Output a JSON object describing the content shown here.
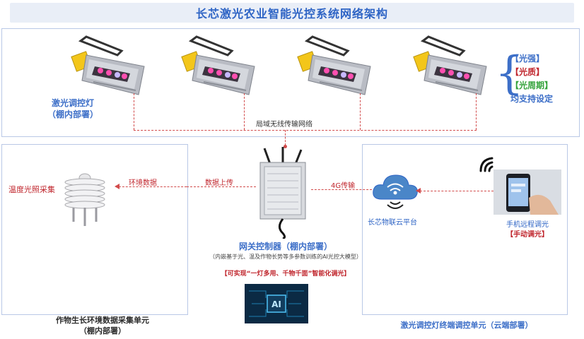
{
  "title": "长芯激光农业智能光控系统网络架构",
  "lamp_section": {
    "lamp_label_line1": "激光调控灯",
    "lamp_label_line2": "（棚内部署）",
    "features": {
      "intensity": "【光强】",
      "quality": "【光质】",
      "period": "【光周期】",
      "note": "均支持设定"
    },
    "network_label": "局域无线传输网络"
  },
  "sensor_section": {
    "sensor_label": "温度光照采集",
    "env_data_label": "环境数据",
    "unit_line1": "作物生长环境数据采集单元",
    "unit_line2": "（棚内部署）"
  },
  "gateway": {
    "upload_label": "数据上传",
    "uplink_label": "4G传输",
    "title": "网关控制器（棚内部署）",
    "subtitle": "（内嵌基于光、温及作物长势等多参数训练的AI光控大模型）",
    "slogan": "【可实现“一灯多用、千物千面”智能化调光】",
    "ai_text": "AI"
  },
  "cloud_section": {
    "cloud_label": "长芯物联云平台",
    "phone_label_line1": "手机远程调光",
    "phone_label_line2": "【手动调光】",
    "unit_label": "激光调控灯终端调控单元（云端部署）"
  },
  "colors": {
    "title_blue": "#2e64c5",
    "accent_red": "#c0262d",
    "feature_blue": "#3d6fc8",
    "feature_green": "#35a33c",
    "panel_border": "#b9c8e6"
  }
}
